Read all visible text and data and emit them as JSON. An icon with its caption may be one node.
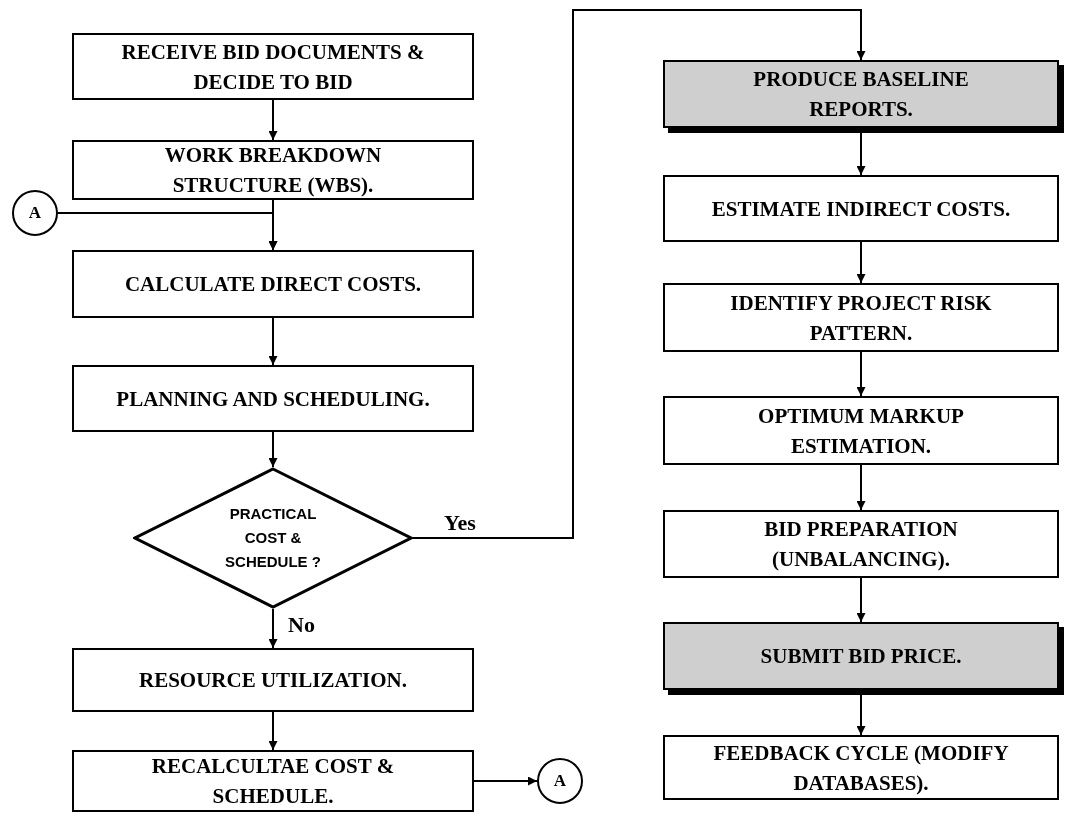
{
  "diagram": {
    "nodes": [
      {
        "text": [
          "RECEIVE BID DOCUMENTS & DECIDE TO BID"
        ]
      },
      {
        "text": [
          "WORK BREAKDOWN STRUCTURE (WBS)."
        ]
      },
      {
        "text": [
          "A"
        ]
      },
      {
        "text": [
          "CALCULATE DIRECT COSTS."
        ]
      },
      {
        "text": [
          "PLANNING AND SCHEDULING."
        ]
      },
      {
        "text": [
          "PRACTICAL COST & SCHEDULE ?"
        ]
      },
      {
        "text": [
          "RESOURCE UTILIZATION."
        ]
      },
      {
        "text": [
          "RECALCULTAE COST & SCHEDULE."
        ]
      },
      {
        "text": [
          "A"
        ]
      },
      {
        "text": [
          "PRODUCE BASELINE REPORTS."
        ]
      },
      {
        "text": [
          "ESTIMATE INDIRECT COSTS."
        ]
      },
      {
        "text": [
          "IDENTIFY PROJECT RISK PATTERN."
        ]
      },
      {
        "text": [
          "OPTIMUM MARKUP ESTIMATION."
        ]
      },
      {
        "text": [
          "BID PREPARATION (UNBALANCING)."
        ]
      },
      {
        "text": [
          "SUBMIT BID PRICE."
        ]
      },
      {
        "text": [
          "FEEDBACK CYCLE (MODIFY DATABASES)."
        ]
      }
    ],
    "edges": [
      {
        "from": 0,
        "to": 1,
        "arrow": "to"
      },
      {
        "from": 1,
        "to": 3,
        "arrow": "to"
      },
      {
        "from": 2,
        "to": 3,
        "arrow": "to"
      },
      {
        "from": 3,
        "to": 4,
        "arrow": "to"
      },
      {
        "from": 4,
        "to": 5,
        "arrow": "to"
      },
      {
        "from": 5,
        "to": 9,
        "arrow": "to",
        "label": "Yes"
      },
      {
        "from": 5,
        "to": 6,
        "arrow": "to",
        "label": "No"
      },
      {
        "from": 6,
        "to": 7,
        "arrow": "to"
      },
      {
        "from": 7,
        "to": 8,
        "arrow": "to"
      },
      {
        "from": 9,
        "to": 10,
        "arrow": "to"
      },
      {
        "from": 10,
        "to": 11,
        "arrow": "to"
      },
      {
        "from": 11,
        "to": 12,
        "arrow": "to"
      },
      {
        "from": 12,
        "to": 13,
        "arrow": "to"
      },
      {
        "from": 13,
        "to": 14,
        "arrow": "to"
      },
      {
        "from": 14,
        "to": 15,
        "arrow": "to"
      }
    ]
  }
}
